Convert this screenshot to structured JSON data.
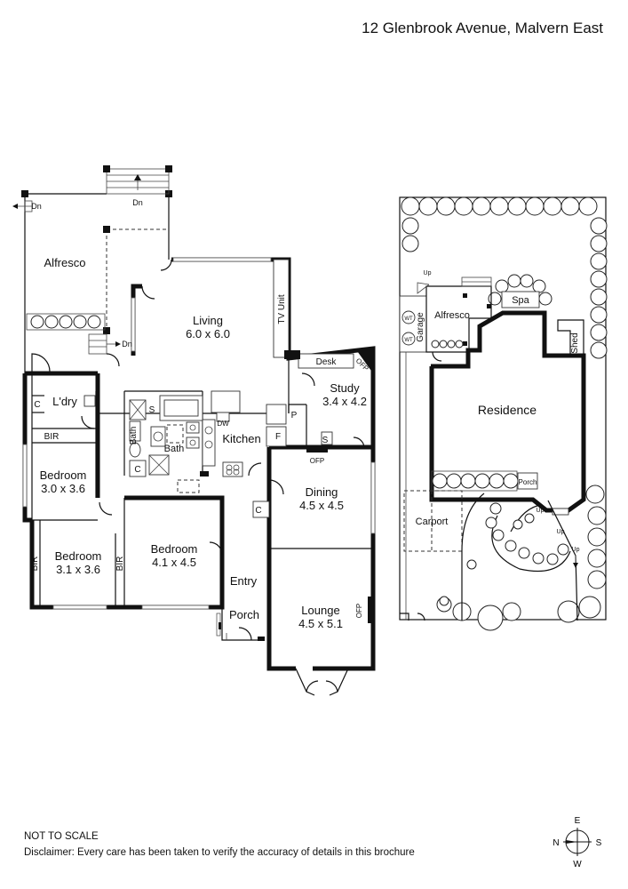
{
  "header": {
    "address": "12 Glenbrook Avenue, Malvern East"
  },
  "floor_plan": {
    "rooms": [
      {
        "id": "alfresco",
        "label": "Alfresco",
        "size": ""
      },
      {
        "id": "living",
        "label": "Living",
        "size": "6.0 x 6.0"
      },
      {
        "id": "tv-unit",
        "label": "TV Unit",
        "size": ""
      },
      {
        "id": "desk",
        "label": "Desk",
        "size": ""
      },
      {
        "id": "study",
        "label": "Study",
        "size": "3.4 x 4.2"
      },
      {
        "id": "laundry",
        "label": "L'dry",
        "size": ""
      },
      {
        "id": "kitchen",
        "label": "Kitchen",
        "size": ""
      },
      {
        "id": "bath-1",
        "label": "Bath",
        "size": ""
      },
      {
        "id": "bath-2",
        "label": "Bath",
        "size": ""
      },
      {
        "id": "bedroom-1",
        "label": "Bedroom",
        "size": "3.0 x 3.6"
      },
      {
        "id": "bedroom-2",
        "label": "Bedroom",
        "size": "3.1 x 3.6"
      },
      {
        "id": "bedroom-3",
        "label": "Bedroom",
        "size": "4.1 x 4.5"
      },
      {
        "id": "dining",
        "label": "Dining",
        "size": "4.5 x 4.5"
      },
      {
        "id": "entry",
        "label": "Entry",
        "size": ""
      },
      {
        "id": "porch",
        "label": "Porch",
        "size": ""
      },
      {
        "id": "lounge",
        "label": "Lounge",
        "size": "4.5 x 5.1"
      }
    ],
    "fixtures": {
      "bir": "BIR",
      "cupboard": "C",
      "pantry": "P",
      "fridge": "F",
      "shower": "S",
      "dishwasher": "DW",
      "fireplace": "OFP",
      "stairs_down": "Dn"
    }
  },
  "site_plan": {
    "residence": "Residence",
    "alfresco": "Alfresco",
    "garage": "Garage",
    "water_tank": "WT",
    "spa": "Spa",
    "shed": "Shed",
    "carport": "Carport",
    "porch": "Porch",
    "stairs_up": "Up"
  },
  "footer": {
    "scale_note": "NOT TO SCALE",
    "disclaimer": "Disclaimer: Every care has been taken to verify the accuracy of details in this brochure"
  },
  "compass": {
    "north": "N",
    "east": "E",
    "south": "S",
    "west": "W"
  }
}
